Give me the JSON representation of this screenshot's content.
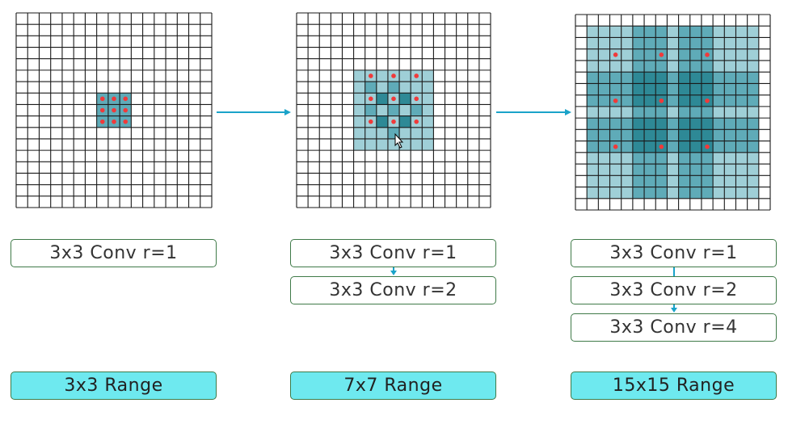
{
  "colors": {
    "grid_line": "#1a1a1a",
    "dot": "#f03a3a",
    "light_cell": "#9fcfd7",
    "mid_cell": "#5fabb8",
    "dark_cell": "#2e8996",
    "arrow": "#1aa3c9",
    "range_fill": "#6ee9ef",
    "box_border": "#3f7a48"
  },
  "panels": [
    {
      "id": "panel-1",
      "conv_layers": [
        "3x3 Conv r=1"
      ],
      "range_label": "3x3 Range",
      "receptive_field": 3
    },
    {
      "id": "panel-2",
      "conv_layers": [
        "3x3 Conv r=1",
        "3x3 Conv r=2"
      ],
      "range_label": "7x7 Range",
      "receptive_field": 7
    },
    {
      "id": "panel-3",
      "conv_layers": [
        "3x3 Conv r=1",
        "3x3 Conv r=2",
        "3x3 Conv r=4"
      ],
      "range_label": "15x15 Range",
      "receptive_field": 15
    }
  ]
}
